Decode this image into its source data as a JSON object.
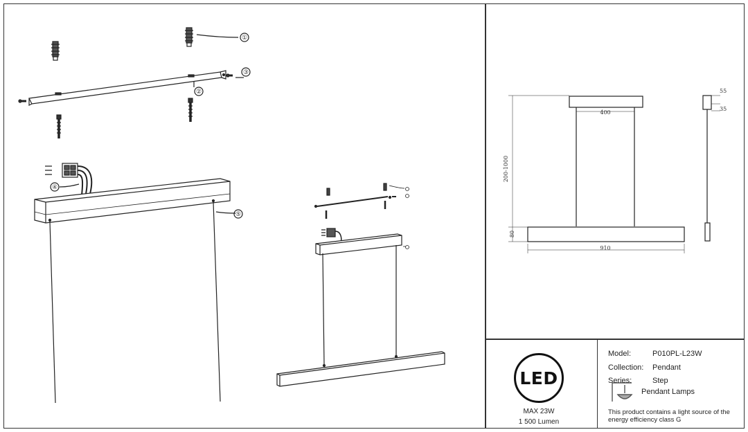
{
  "specs": {
    "power": "MAX 23W",
    "lumen": "1 500 Lumen",
    "logo": "LED"
  },
  "info": {
    "model_label": "Model:",
    "model_value": "P010PL-L23W",
    "collection_label": "Collection:",
    "collection_value": "Pendant",
    "series_label": "Series:",
    "series_value": "Step",
    "type_value": "Pendant Lamps",
    "energy_note": "This product contains a light source of the energy efficiency class G"
  },
  "callouts": [
    "①",
    "②",
    "③",
    "④",
    "⑤"
  ],
  "dimensions": {
    "canopy_width": "400",
    "height_range": "200-1000",
    "bar_height": "80",
    "bar_length": "910",
    "canopy_height": "55",
    "canopy_depth": "35"
  }
}
